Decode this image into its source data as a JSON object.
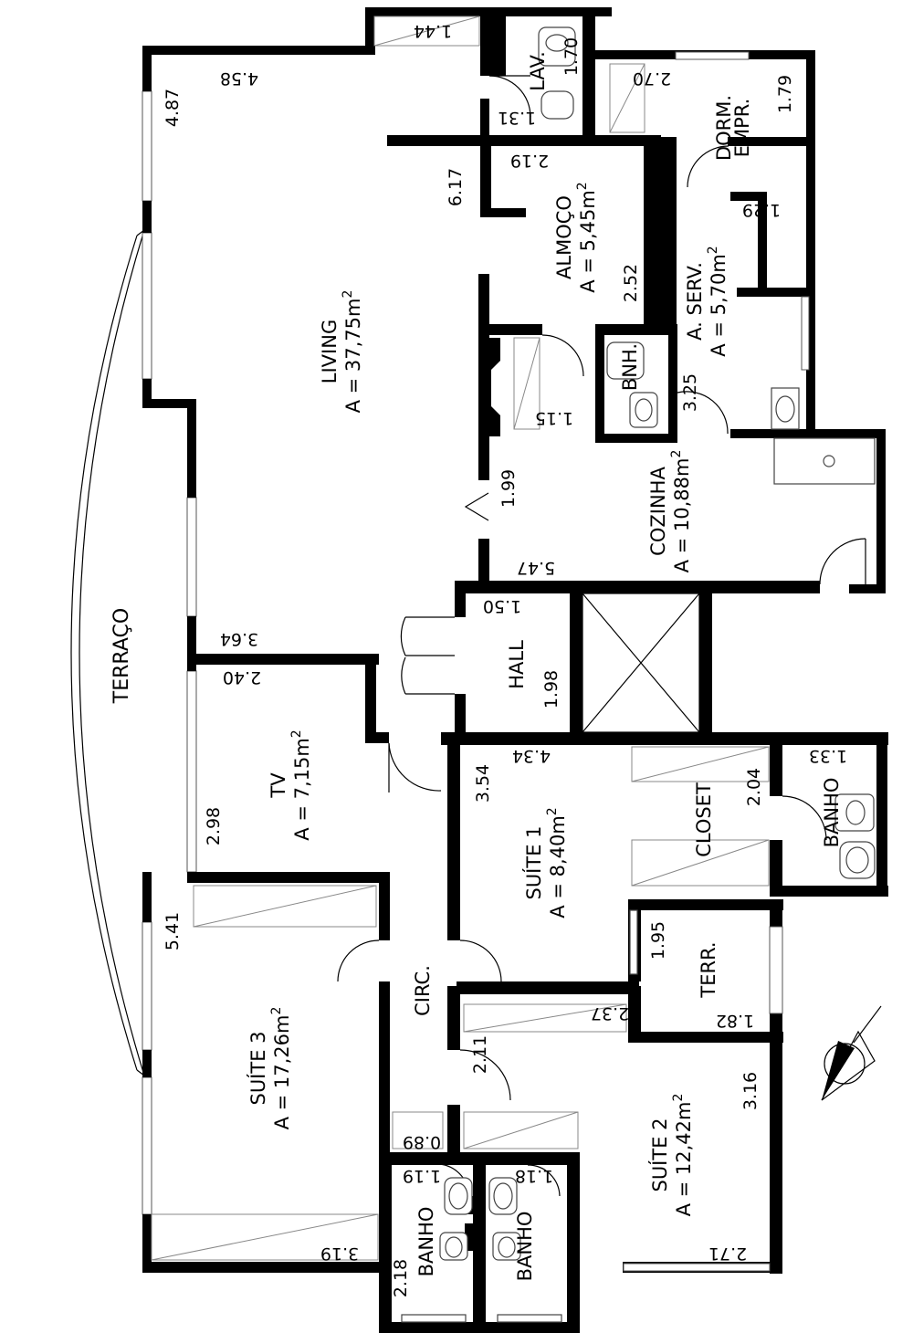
{
  "rooms": {
    "living": {
      "name": "LIVING",
      "area": "A = 37,75m"
    },
    "almoco": {
      "name": "ALMOÇO",
      "area": "A = 5,45m"
    },
    "aserv": {
      "name": "A. SERV.",
      "area": "A = 5,70m"
    },
    "cozinha": {
      "name": "COZINHA",
      "area": "A = 10,88m"
    },
    "tv": {
      "name": "TV",
      "area": "A = 7,15m"
    },
    "suite1": {
      "name": "SUÍTE 1",
      "area": "A = 8,40m"
    },
    "suite2": {
      "name": "SUÍTE 2",
      "area": "A = 12,42m"
    },
    "suite3": {
      "name": "SUÍTE 3",
      "area": "A = 17,26m"
    },
    "terraco": {
      "name": "TERRAÇO"
    },
    "hall": {
      "name": "HALL"
    },
    "circ": {
      "name": "CIRC."
    },
    "closet": {
      "name": "CLOSET"
    },
    "terr": {
      "name": "TERR."
    },
    "lav": {
      "name": "LAV."
    },
    "bnh": {
      "name": "BNH."
    },
    "dorm": {
      "name": "DORM.",
      "name2": "EMPR."
    },
    "banho1": {
      "name": "BANHO"
    },
    "banho2": {
      "name": "BANHO"
    },
    "banho3": {
      "name": "BANHO"
    }
  },
  "sup": "2",
  "dims": {
    "d458": "4.58",
    "d487": "4.87",
    "d144": "1.44",
    "d170": "1.70",
    "d131": "1.31",
    "d270": "2.70",
    "d179": "1.79",
    "d129": "1.29",
    "d219": "2.19",
    "d617": "6.17",
    "d252": "2.52",
    "d325": "3.25",
    "d115": "1.15",
    "d199": "1.99",
    "d547": "5.47",
    "d150": "1.50",
    "d198": "1.98",
    "d364": "3.64",
    "d240": "2.40",
    "d298": "2.98",
    "d354": "3.54",
    "d434": "4.34",
    "d204": "2.04",
    "d133": "1.33",
    "d541": "5.41",
    "d195": "1.95",
    "d182": "1.82",
    "d237": "2.37",
    "d211": "2.11",
    "d316": "3.16",
    "d089": "0.89",
    "d119": "1.19",
    "d118": "1.18",
    "d218": "2.18",
    "d319": "3.19",
    "d271": "2.71"
  }
}
